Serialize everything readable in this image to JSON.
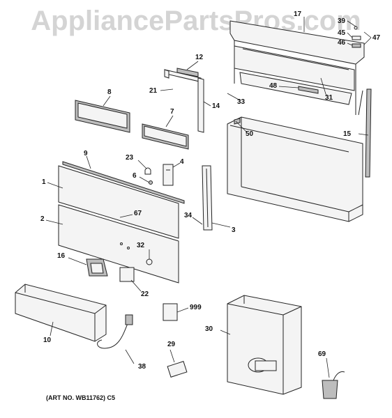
{
  "watermark": "AppliancePartsPros.com",
  "art_number": "(ART NO. WB11762) C5",
  "callouts": {
    "c1": "1",
    "c2": "2",
    "c3": "3",
    "c4": "4",
    "c6": "6",
    "c7": "7",
    "c8": "8",
    "c9": "9",
    "c10": "10",
    "c12": "12",
    "c14": "14",
    "c15": "15",
    "c16": "16",
    "c17": "17",
    "c21": "21",
    "c22": "22",
    "c23": "23",
    "c29": "29",
    "c30": "30",
    "c31": "31",
    "c32": "32",
    "c33": "33",
    "c34": "34",
    "c38": "38",
    "c39": "39",
    "c45": "45",
    "c46": "46",
    "c47": "47",
    "c48": "48",
    "c50": "50",
    "c67": "67",
    "c69": "69",
    "c999": "999"
  }
}
